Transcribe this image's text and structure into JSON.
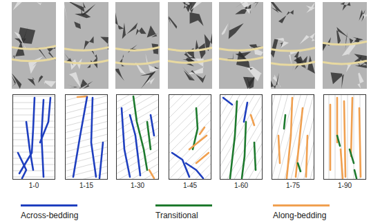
{
  "diagram": {
    "nodes": [
      {
        "text": [
          "1-0"
        ]
      },
      {
        "text": [
          "1-15"
        ]
      },
      {
        "text": [
          "1-30"
        ]
      },
      {
        "text": [
          "1-45"
        ]
      },
      {
        "text": [
          "1-60"
        ]
      },
      {
        "text": [
          "1-75"
        ]
      },
      {
        "text": [
          "1-90"
        ]
      }
    ],
    "legend": [
      {
        "text": "Across-bedding",
        "color": "#1f3fbf"
      },
      {
        "text": "Transitional",
        "color": "#1e7a2e"
      },
      {
        "text": "Along-bedding",
        "color": "#f0a050"
      }
    ]
  }
}
